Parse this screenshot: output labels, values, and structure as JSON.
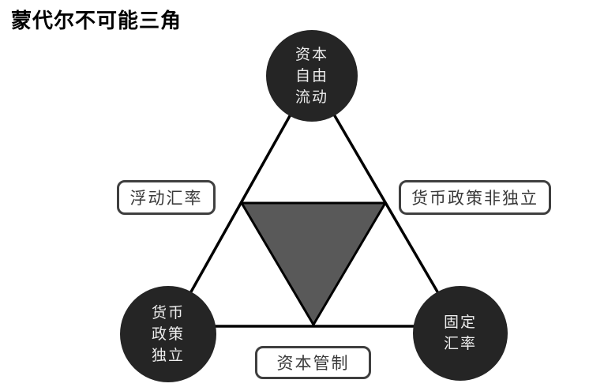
{
  "title": "蒙代尔不可能三角",
  "colors": {
    "background": "#ffffff",
    "circle_fill": "#252525",
    "circle_text": "#ededed",
    "inner_triangle_fill": "#595959",
    "line_color": "#000000",
    "label_border": "#3f3f3f",
    "label_text": "#3a3a3a"
  },
  "nodes": [
    {
      "id": "capital-free-flow",
      "lines": [
        "资本",
        "自由",
        "流动"
      ]
    },
    {
      "id": "monetary-policy-independence",
      "lines": [
        "货币",
        "政策",
        "独立"
      ]
    },
    {
      "id": "fixed-exchange-rate",
      "lines": [
        "固定",
        "汇率"
      ]
    }
  ],
  "edge_labels": [
    {
      "id": "floating-exchange-rate",
      "text": "浮动汇率"
    },
    {
      "id": "monetary-policy-not-independent",
      "text": "货币政策非独立"
    },
    {
      "id": "capital-controls",
      "text": "资本管制"
    }
  ]
}
